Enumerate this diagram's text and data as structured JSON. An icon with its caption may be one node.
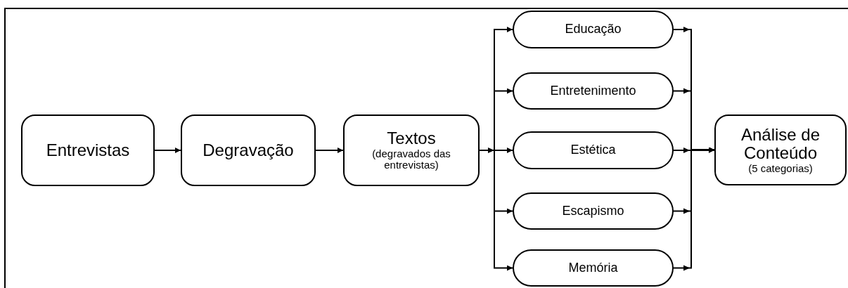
{
  "diagram": {
    "nodes": [
      {
        "text": [
          "Entrevistas"
        ]
      },
      {
        "text": [
          "Degravação"
        ]
      },
      {
        "text": [
          "Textos",
          "(degravados das entrevistas)"
        ]
      },
      {
        "text": [
          "Educação"
        ]
      },
      {
        "text": [
          "Entretenimento"
        ]
      },
      {
        "text": [
          "Estética"
        ]
      },
      {
        "text": [
          "Escapismo"
        ]
      },
      {
        "text": [
          "Memória"
        ]
      },
      {
        "text": [
          "Análise de Conteúdo",
          "(5 categorias)"
        ]
      }
    ],
    "edges": [
      {
        "from": 0,
        "to": 1,
        "arrow": "to"
      },
      {
        "from": 1,
        "to": 2,
        "arrow": "to"
      },
      {
        "from": 2,
        "to": 3,
        "arrow": "to"
      },
      {
        "from": 2,
        "to": 4,
        "arrow": "to"
      },
      {
        "from": 2,
        "to": 5,
        "arrow": "to"
      },
      {
        "from": 2,
        "to": 6,
        "arrow": "to"
      },
      {
        "from": 2,
        "to": 7,
        "arrow": "to"
      },
      {
        "from": 3,
        "to": 8,
        "arrow": "to"
      },
      {
        "from": 4,
        "to": 8,
        "arrow": "to"
      },
      {
        "from": 5,
        "to": 8,
        "arrow": "to"
      },
      {
        "from": 6,
        "to": 8,
        "arrow": "to"
      },
      {
        "from": 7,
        "to": 8,
        "arrow": "to"
      }
    ]
  }
}
